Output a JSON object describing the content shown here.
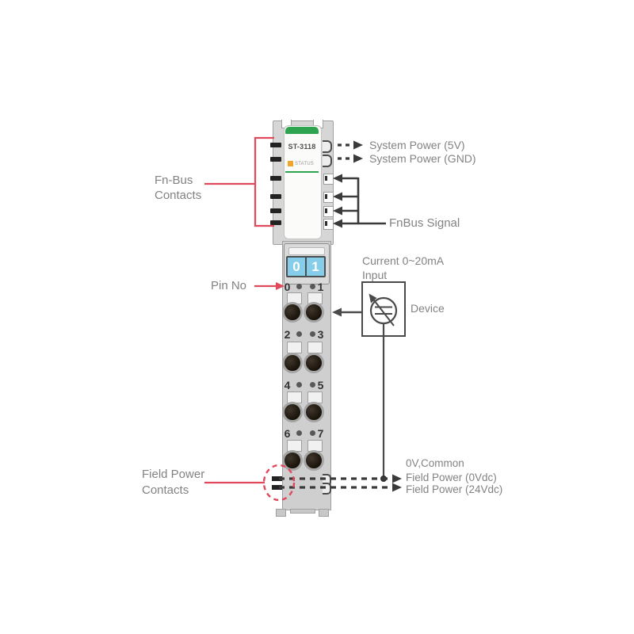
{
  "module": {
    "model": "ST-3118",
    "status_label": "STATUS",
    "switch_digits": [
      "0",
      "1"
    ],
    "pin_rows": [
      {
        "left": "0",
        "right": "1"
      },
      {
        "left": "2",
        "right": "3"
      },
      {
        "left": "4",
        "right": "5"
      },
      {
        "left": "6",
        "right": "7"
      }
    ]
  },
  "labels": {
    "fnbus_contacts_line1": "Fn-Bus",
    "fnbus_contacts_line2": "Contacts",
    "system_power_5v": "System Power (5V)",
    "system_power_gnd": "System Power (GND)",
    "fnbus_signal": "FnBus Signal",
    "pin_no": "Pin No",
    "current_input_line1": "Current 0~20mA",
    "current_input_line2": "Input",
    "device": "Device",
    "zero_v_common": "0V,Common",
    "field_power_0vdc": "Field Power (0Vdc)",
    "field_power_24vdc": "Field Power (24Vdc)",
    "field_power_contacts_line1": "Field Power",
    "field_power_contacts_line2": "Contacts"
  },
  "colors": {
    "module_green": "#2ea450",
    "status_orange": "#f1a52c",
    "switch_blue": "#85cde8",
    "annotation_red": "#e0495b",
    "wire_dark": "#3a3a3a",
    "label_gray": "#828282"
  }
}
